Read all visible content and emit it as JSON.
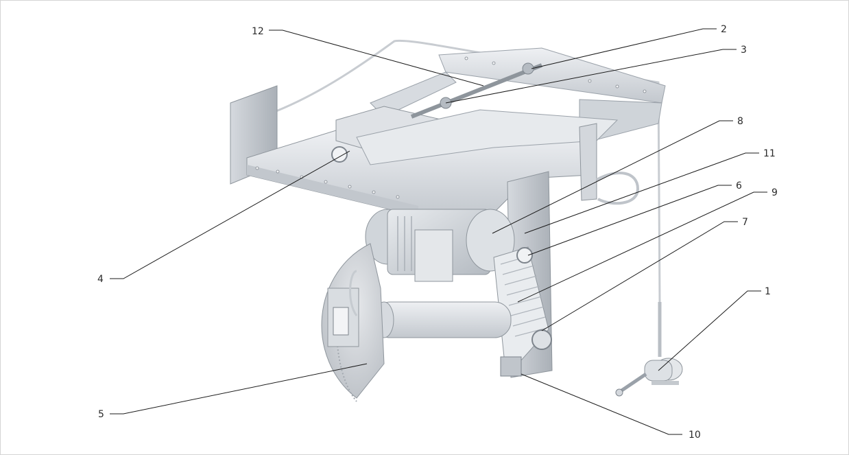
{
  "callouts": [
    {
      "id": "1",
      "label": "1"
    },
    {
      "id": "2",
      "label": "2"
    },
    {
      "id": "3",
      "label": "3"
    },
    {
      "id": "4",
      "label": "4"
    },
    {
      "id": "5",
      "label": "5"
    },
    {
      "id": "6",
      "label": "6"
    },
    {
      "id": "7",
      "label": "7"
    },
    {
      "id": "8",
      "label": "8"
    },
    {
      "id": "9",
      "label": "9"
    },
    {
      "id": "10",
      "label": "10"
    },
    {
      "id": "11",
      "label": "11"
    },
    {
      "id": "12",
      "label": "12"
    }
  ],
  "colors": {
    "metal_light": "#e3e6ea",
    "metal_mid": "#c9ced4",
    "metal_dark": "#9aa1a9",
    "leader_line": "#1a1a1a"
  }
}
